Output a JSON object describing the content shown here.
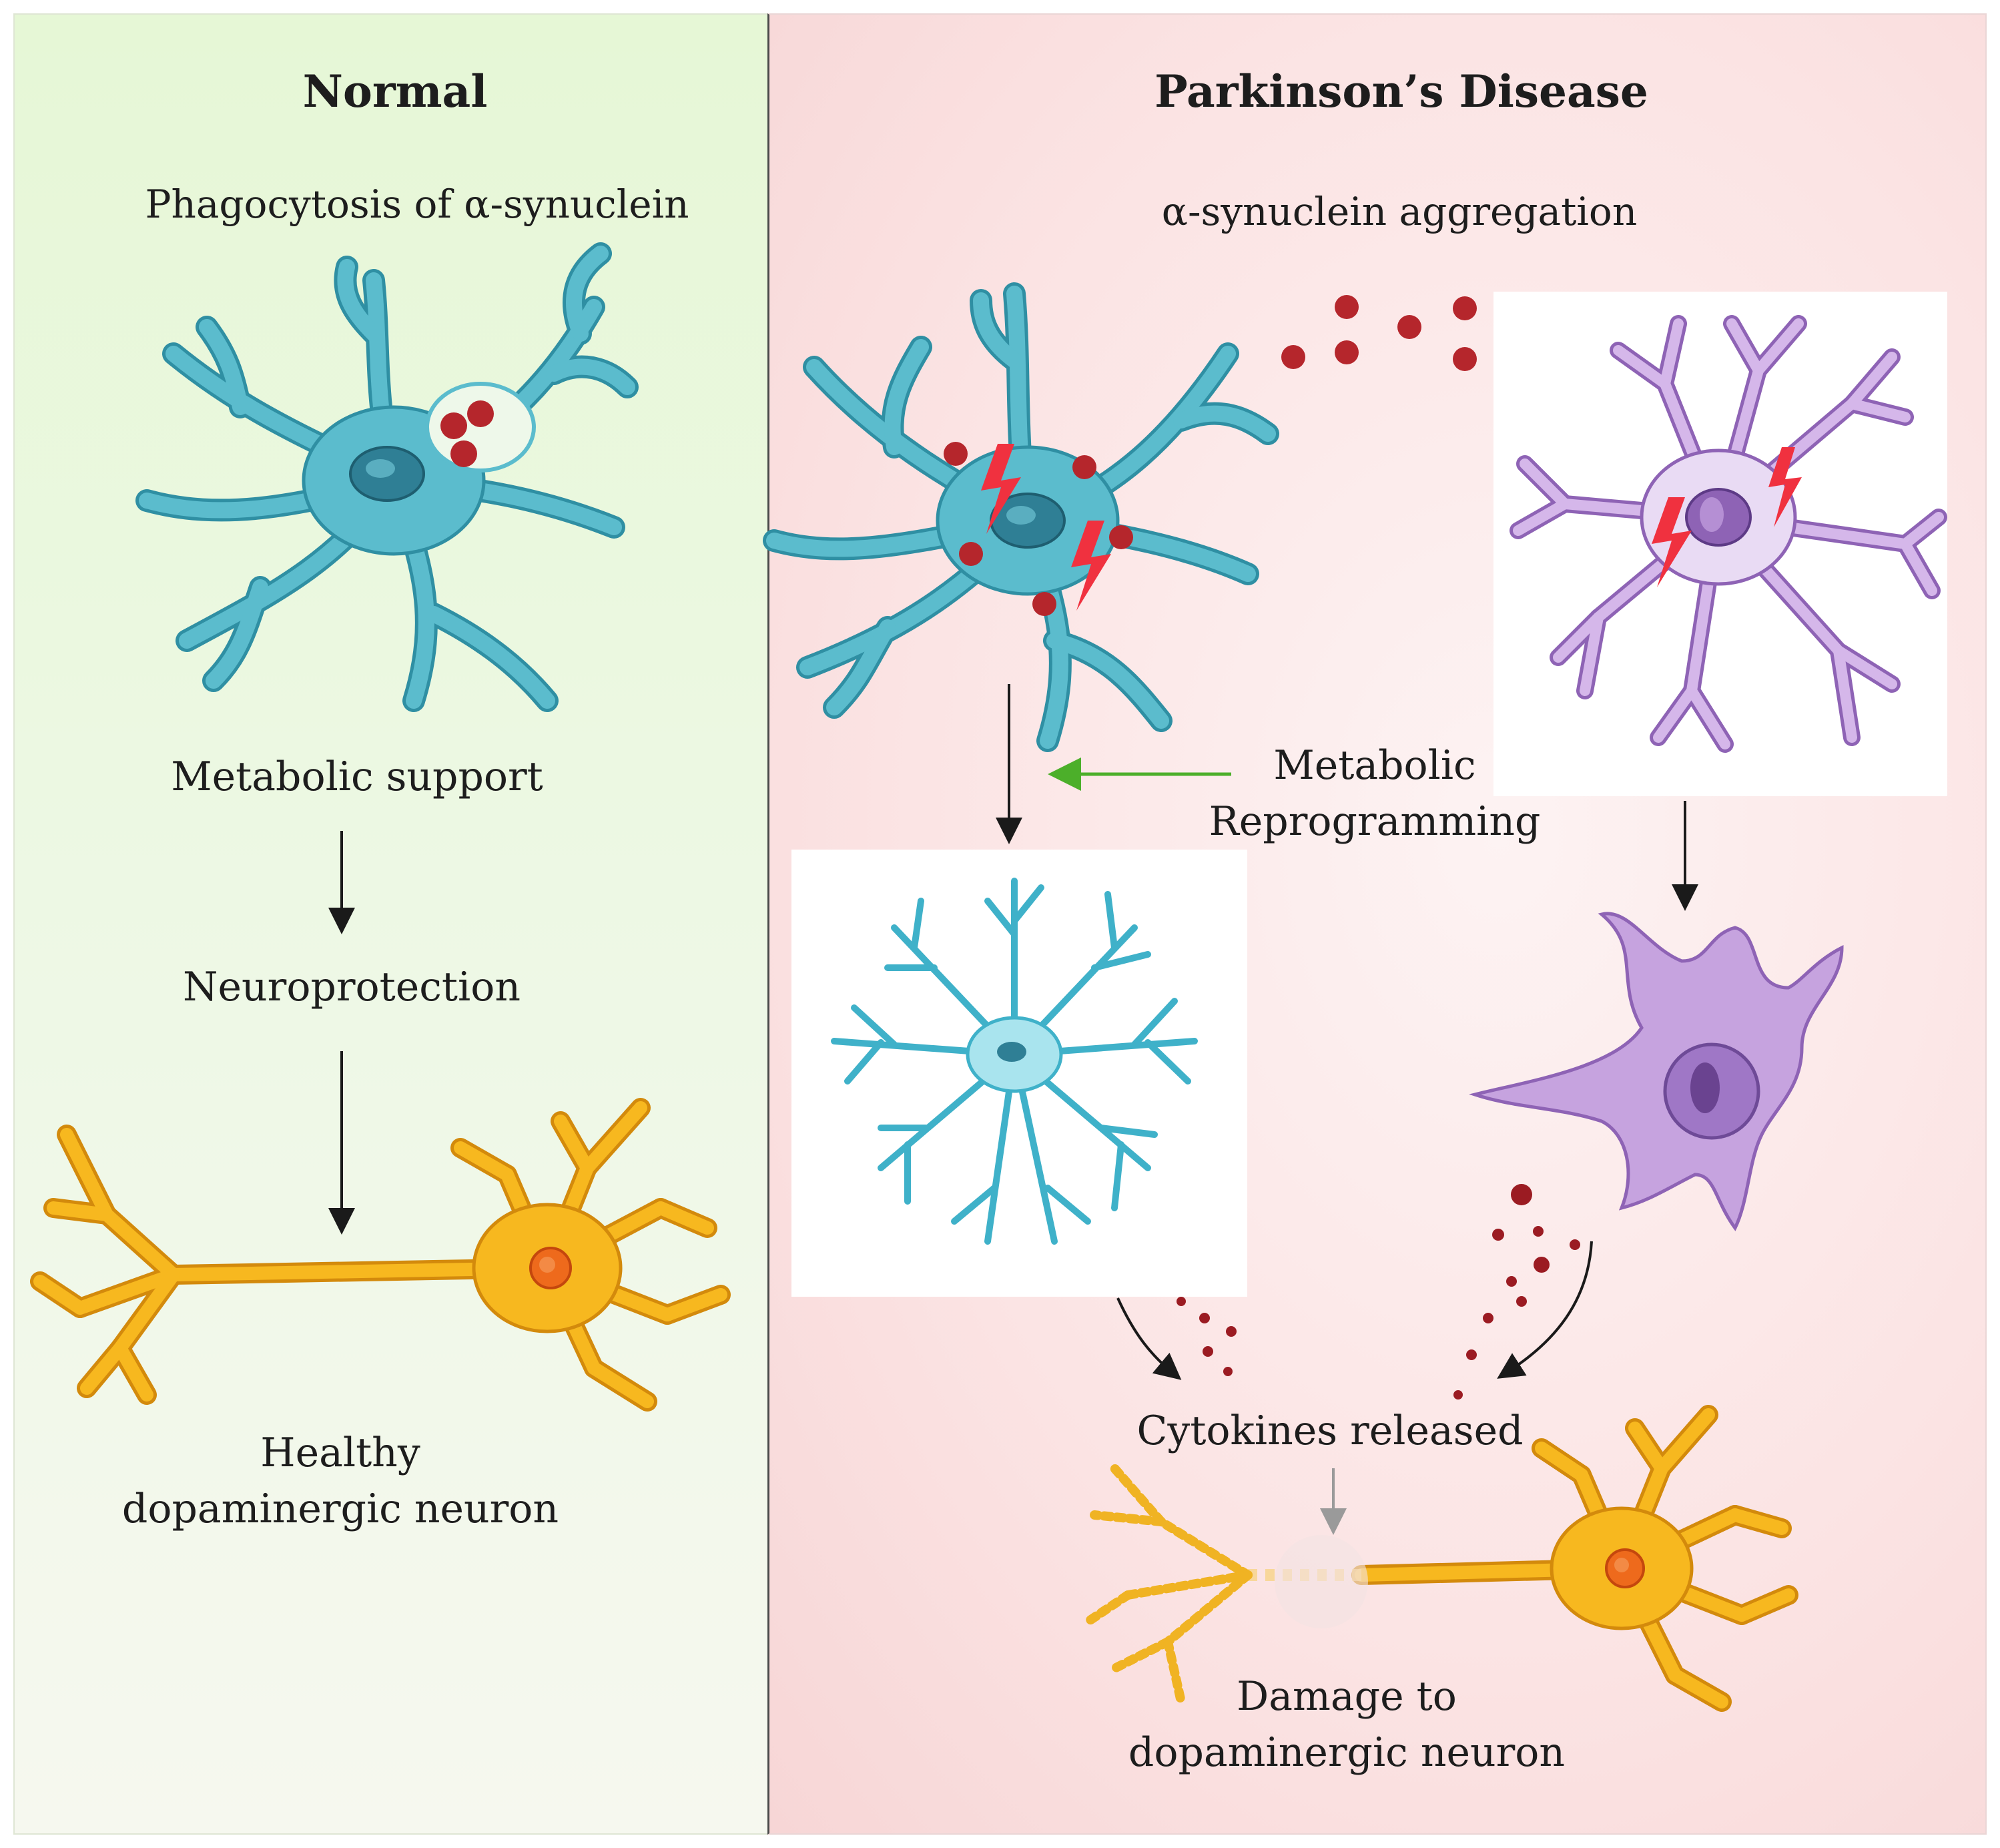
{
  "normal": {
    "title": "Normal",
    "subtitle": "Phagocytosis of α-synuclein",
    "step1": "Metabolic support",
    "step2": "Neuroprotection",
    "outcome_line1": "Healthy",
    "outcome_line2": "dopaminergic neuron"
  },
  "parkinsons": {
    "title": "Parkinson’s Disease",
    "subtitle": "α-synuclein aggregation",
    "reprogramming_line1": "Metabolic",
    "reprogramming_line2": "Reprogramming",
    "cytokines": "Cytokines released",
    "outcome_line1": "Damage to",
    "outcome_line2": "dopaminergic neuron"
  },
  "colors": {
    "normal_bg": "#e6f7d6",
    "disease_bg": "#fbe3e3",
    "astrocyte": "#5bbccd",
    "astrocyte_dark": "#2f8fa3",
    "resting_astrocyte": "#a9e4ee",
    "microglia": "#c6a3df",
    "microglia_dark": "#8e63b5",
    "neuron": "#f7b81f",
    "neuron_dark": "#d38a0c",
    "aggregate": "#b5262c",
    "lightning": "#f0313f",
    "green_arrow": "#4caf2a",
    "cytokine": "#9b1b22"
  },
  "icons": [
    "astrocyte-cell-icon",
    "microglia-cell-icon",
    "neuron-icon",
    "alpha-synuclein-aggregate-icon",
    "lightning-stress-icon",
    "cytokine-dot-icon"
  ]
}
